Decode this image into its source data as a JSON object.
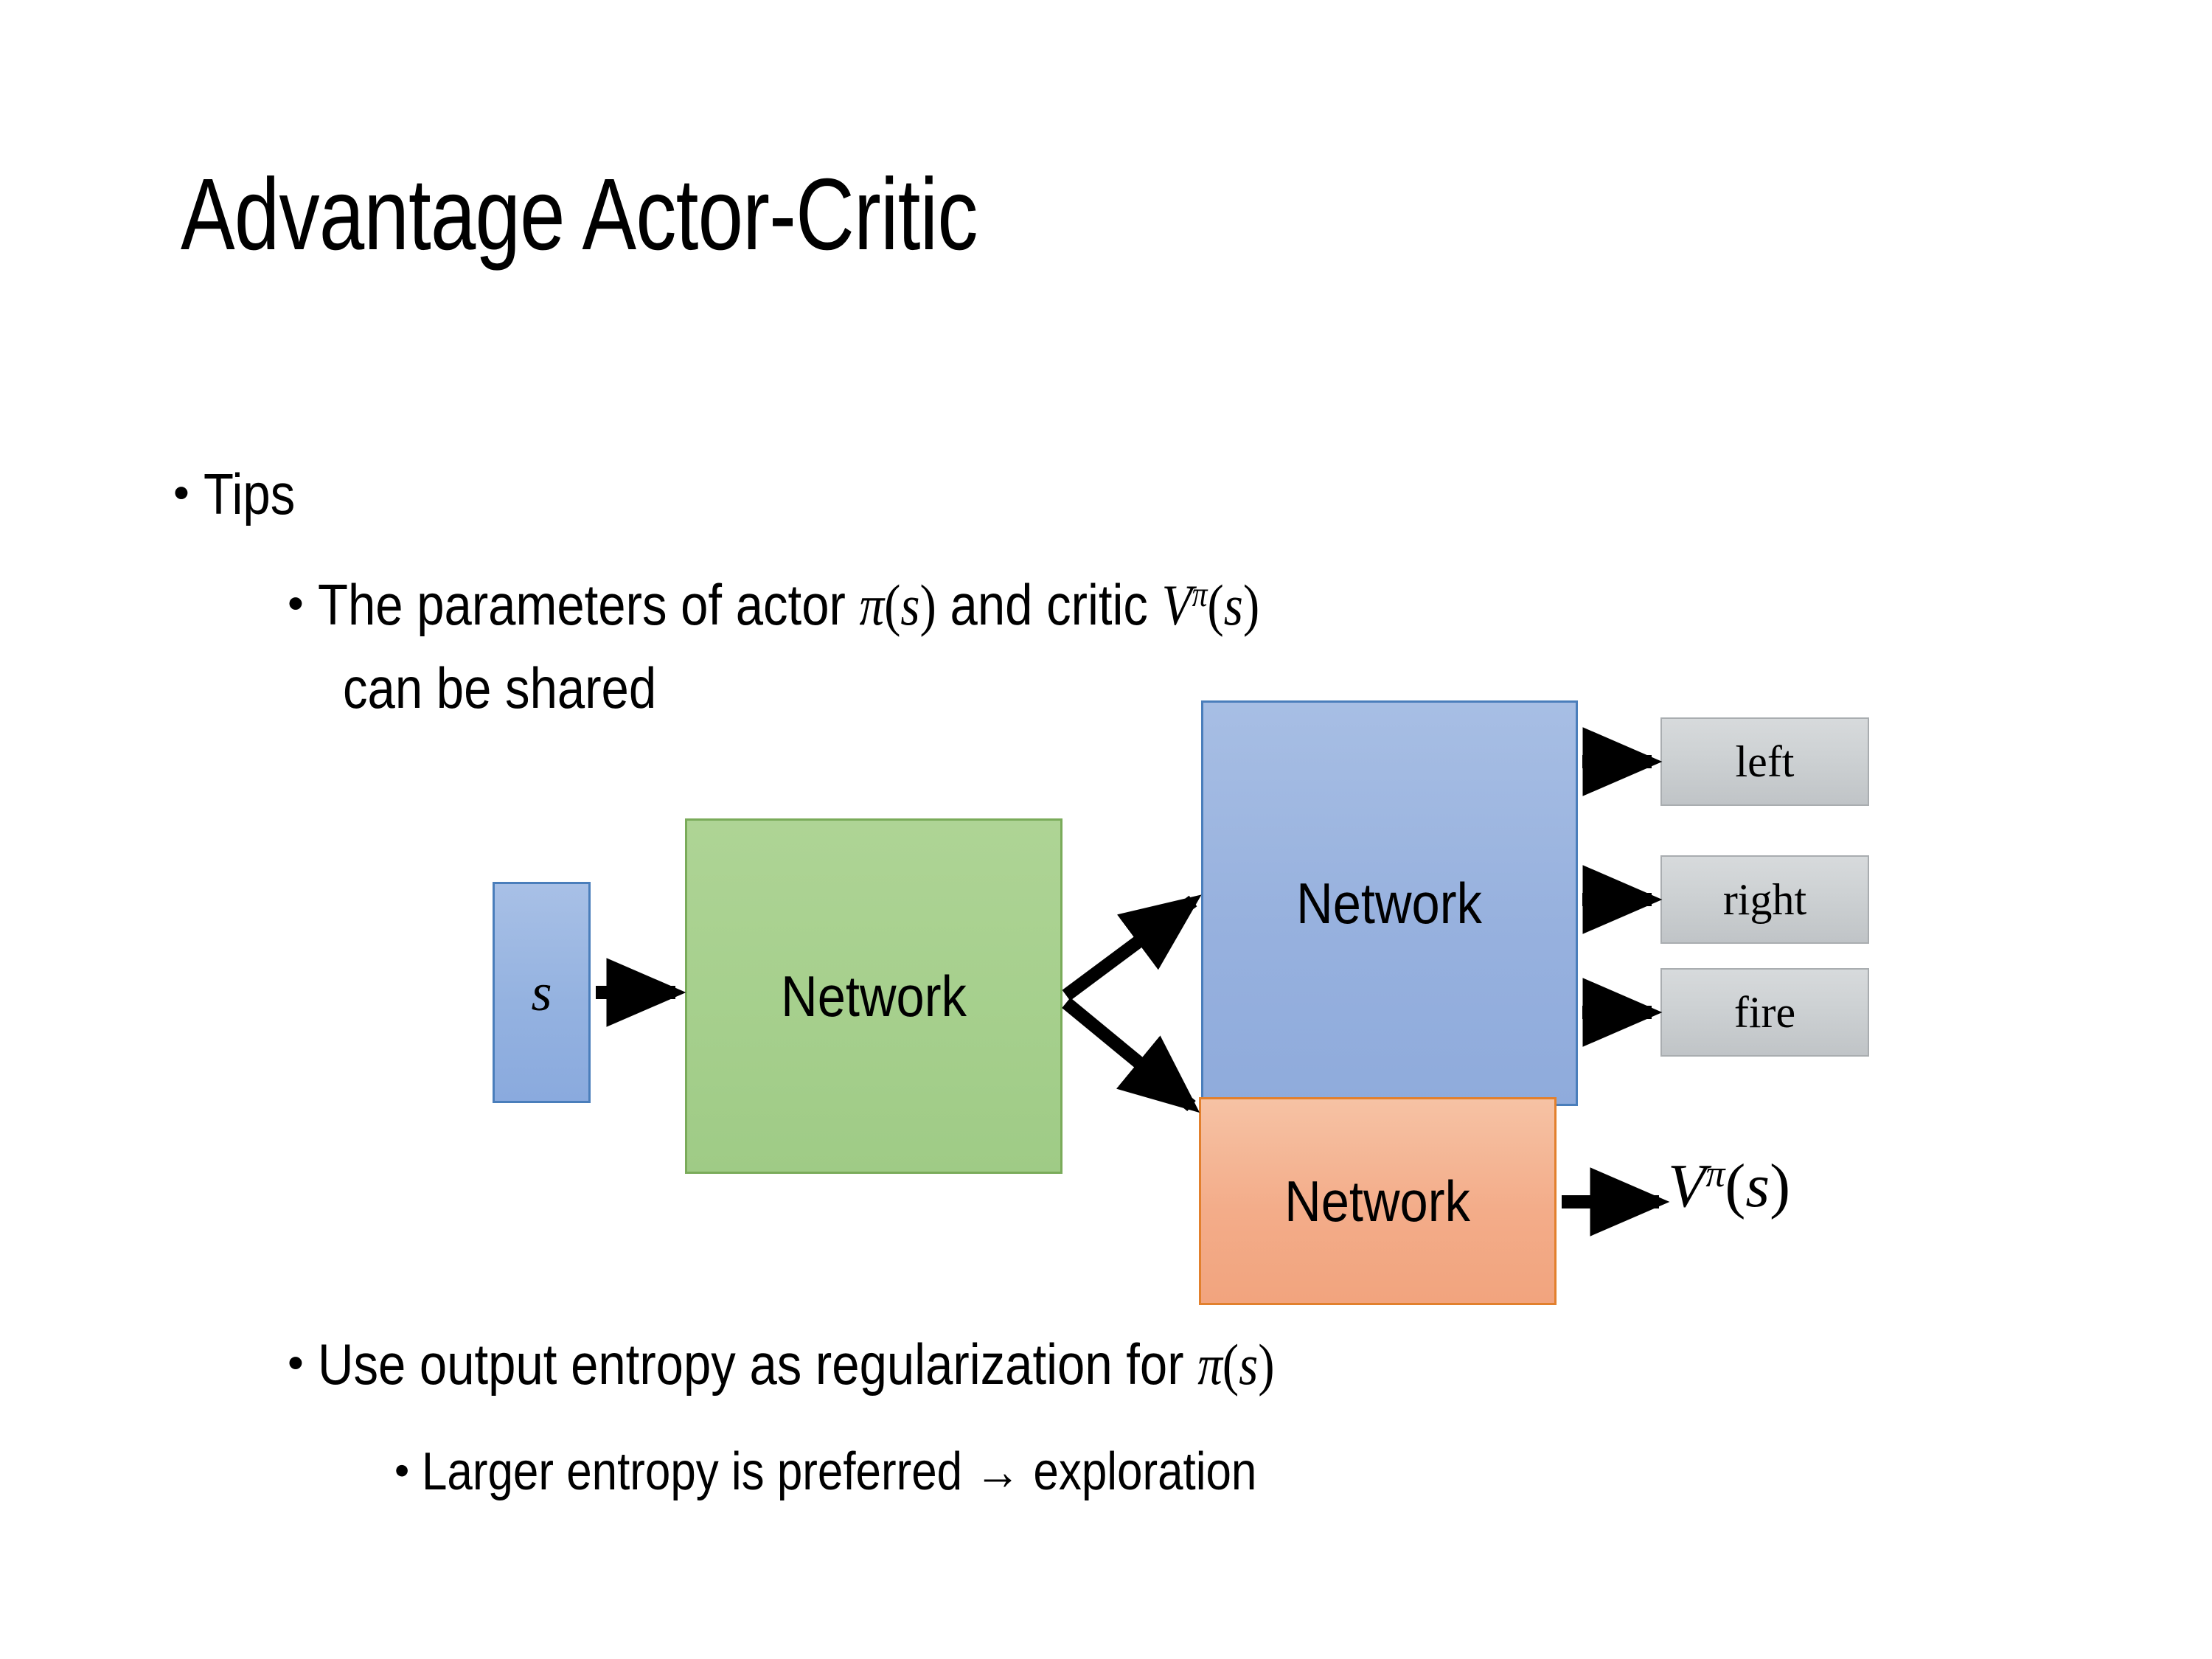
{
  "slide": {
    "title": "Advantage Actor-Critic",
    "background": "#ffffff"
  },
  "bullets": [
    {
      "level": 1,
      "marker": "•",
      "text": "Tips"
    },
    {
      "level": 2,
      "marker": "•",
      "text_before_math": "The parameters of actor ",
      "math_actor": "π(s)",
      "text_middle": "  and critic ",
      "math_critic": "Vπ(s)",
      "text_line2": "can be shared"
    },
    {
      "level": 2,
      "marker": "•",
      "text_before_math": "Use output entropy as regularization for ",
      "math_actor": "π(s)"
    },
    {
      "level": 3,
      "marker": "•",
      "text": "Larger entropy is preferred → exploration"
    }
  ],
  "text": {
    "tips": "Tips",
    "params_pre": "The parameters of actor ",
    "params_mid": "  and critic ",
    "params_line2": "can be shared",
    "entropy_pre": "Use output entropy as regularization for ",
    "larger_entropy": "Larger entropy is preferred → exploration",
    "bullet_marker": "•"
  },
  "math": {
    "pi_fn": "π",
    "paren_open": "(",
    "paren_close": ")",
    "s_var": "s",
    "V_var": "V",
    "sup_pi": "π"
  },
  "diagram": {
    "nodes": [
      {
        "id": "state",
        "label": "s",
        "kind": "state-box",
        "fill": "#94b2e0",
        "border": "#4a7ebb"
      },
      {
        "id": "shared",
        "label": "Network",
        "kind": "shared-network",
        "fill": "#a5cf8c",
        "border": "#7aab5a"
      },
      {
        "id": "actor",
        "label": "Network",
        "kind": "actor-network",
        "fill": "#97b1de",
        "border": "#4a7ebb"
      },
      {
        "id": "critic",
        "label": "Network",
        "kind": "critic-network",
        "fill": "#f3ac89",
        "border": "#e2802d"
      }
    ],
    "outputs": [
      {
        "id": "left",
        "label": "left"
      },
      {
        "id": "right",
        "label": "right"
      },
      {
        "id": "fire",
        "label": "fire"
      }
    ],
    "critic_output": "Vπ(s)",
    "arrow_color": "#000000"
  },
  "colors": {
    "state_fill": "#94b2e0",
    "state_border": "#4a7ebb",
    "shared_fill": "#a5cf8c",
    "shared_border": "#7aab5a",
    "actor_fill": "#97b1de",
    "actor_border": "#4a7ebb",
    "critic_fill": "#f3ac89",
    "critic_border": "#e2802d",
    "output_fill": "#cdd1d3",
    "output_border": "#a9adb0",
    "text": "#000000",
    "background": "#ffffff"
  }
}
